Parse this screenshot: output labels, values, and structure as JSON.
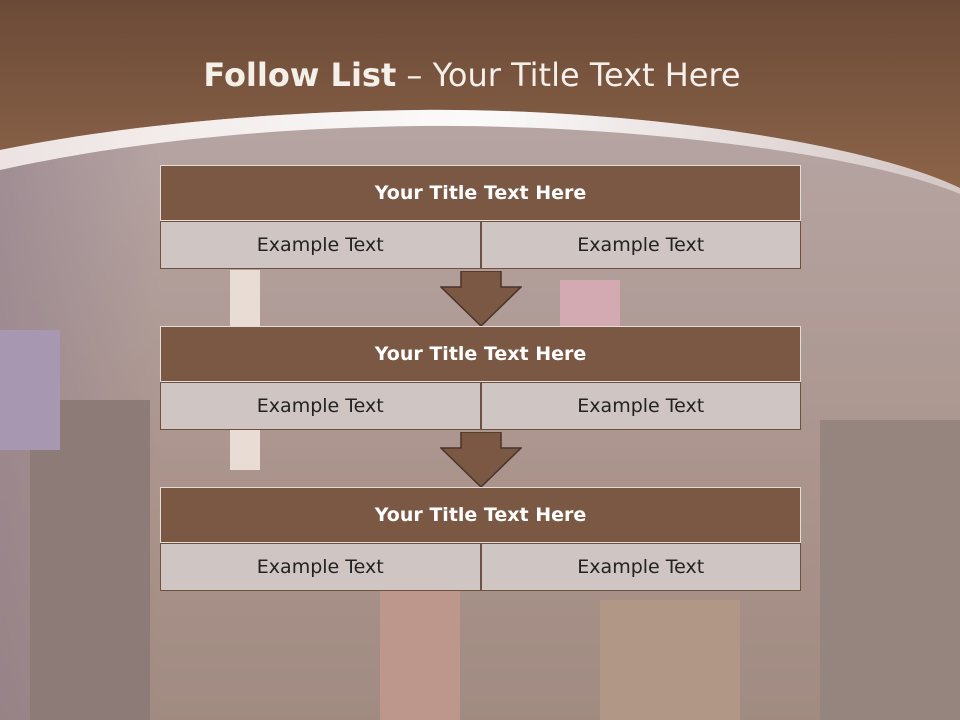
{
  "slide": {
    "title_bold": "Follow List",
    "title_rest": " – Your Title Text Here"
  },
  "colors": {
    "header_brown": "#7b5843",
    "cell_bg": "#cfc5c2",
    "title_text": "#f5efe9"
  },
  "steps": [
    {
      "title": "Your Title Text Here",
      "left": "Example Text",
      "right": "Example Text"
    },
    {
      "title": "Your Title Text Here",
      "left": "Example Text",
      "right": "Example Text"
    },
    {
      "title": "Your Title Text Here",
      "left": "Example Text",
      "right": "Example Text"
    }
  ]
}
